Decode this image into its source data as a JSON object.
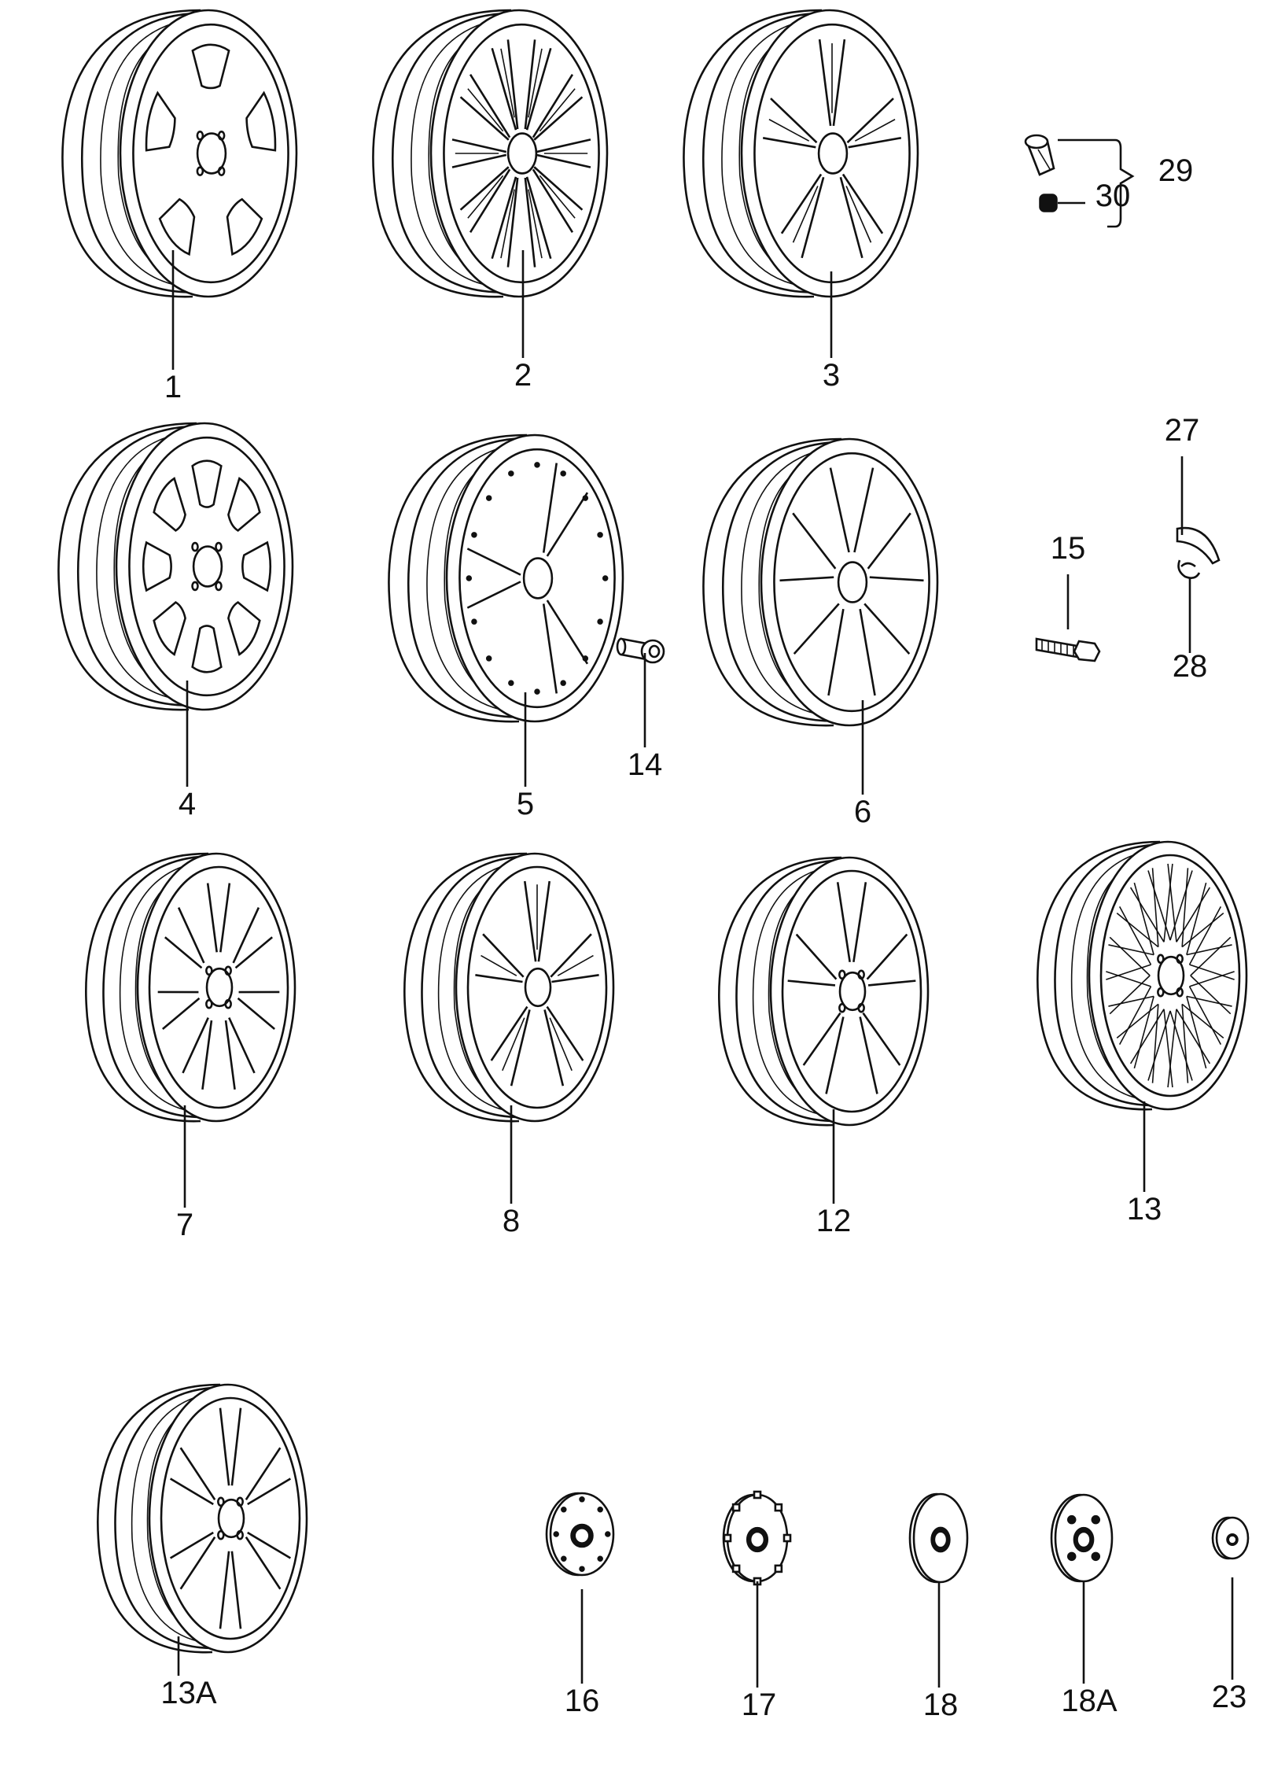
{
  "parts": [
    {
      "label": "1",
      "kind": "wheel",
      "style": "five-hole-slots",
      "icon": "alloy-wheel-icon"
    },
    {
      "label": "2",
      "kind": "wheel",
      "style": "ten-spoke-split",
      "icon": "alloy-wheel-icon"
    },
    {
      "label": "3",
      "kind": "wheel",
      "style": "five-spoke-star",
      "icon": "alloy-wheel-icon"
    },
    {
      "label": "4",
      "kind": "wheel",
      "style": "eight-hole-slots",
      "icon": "alloy-wheel-icon"
    },
    {
      "label": "5",
      "kind": "wheel",
      "style": "three-spoke-bolted",
      "icon": "alloy-wheel-icon"
    },
    {
      "label": "6",
      "kind": "wheel",
      "style": "five-spoke-wide",
      "icon": "alloy-wheel-icon"
    },
    {
      "label": "7",
      "kind": "wheel",
      "style": "seven-spoke",
      "icon": "alloy-wheel-icon"
    },
    {
      "label": "8",
      "kind": "wheel",
      "style": "five-spoke-split",
      "icon": "alloy-wheel-icon"
    },
    {
      "label": "12",
      "kind": "wheel",
      "style": "five-spoke-curved",
      "icon": "alloy-wheel-icon"
    },
    {
      "label": "13",
      "kind": "wheel",
      "style": "mesh-cross-spoke",
      "icon": "alloy-wheel-icon"
    },
    {
      "label": "13A",
      "kind": "wheel",
      "style": "six-spoke-star",
      "icon": "alloy-wheel-icon"
    },
    {
      "label": "14",
      "kind": "small",
      "style": "bolt",
      "icon": "wheel-bolt-icon"
    },
    {
      "label": "15",
      "kind": "small",
      "style": "lock-bolt",
      "icon": "locking-bolt-icon"
    },
    {
      "label": "16",
      "kind": "cap",
      "style": "hub-cap-studded",
      "icon": "hub-cap-icon"
    },
    {
      "label": "17",
      "kind": "cap",
      "style": "hub-cap-notched",
      "icon": "hub-cap-icon"
    },
    {
      "label": "18",
      "kind": "cap",
      "style": "hub-cap-plain",
      "icon": "hub-cap-icon"
    },
    {
      "label": "18A",
      "kind": "cap",
      "style": "hub-cap-holes",
      "icon": "hub-cap-icon"
    },
    {
      "label": "23",
      "kind": "cap",
      "style": "center-cap-small",
      "icon": "center-cap-icon"
    },
    {
      "label": "27",
      "kind": "small",
      "style": "balance-weight",
      "icon": "balance-weight-icon"
    },
    {
      "label": "28",
      "kind": "small",
      "style": "weight-clip",
      "icon": "weight-clip-icon"
    },
    {
      "label": "29",
      "kind": "group",
      "style": "valve-assembly",
      "icon": "bracket-icon"
    },
    {
      "label": "30",
      "kind": "small",
      "style": "valve-cap",
      "icon": "valve-cap-icon"
    }
  ],
  "colors": {
    "line": "#111111",
    "background": "#ffffff"
  }
}
